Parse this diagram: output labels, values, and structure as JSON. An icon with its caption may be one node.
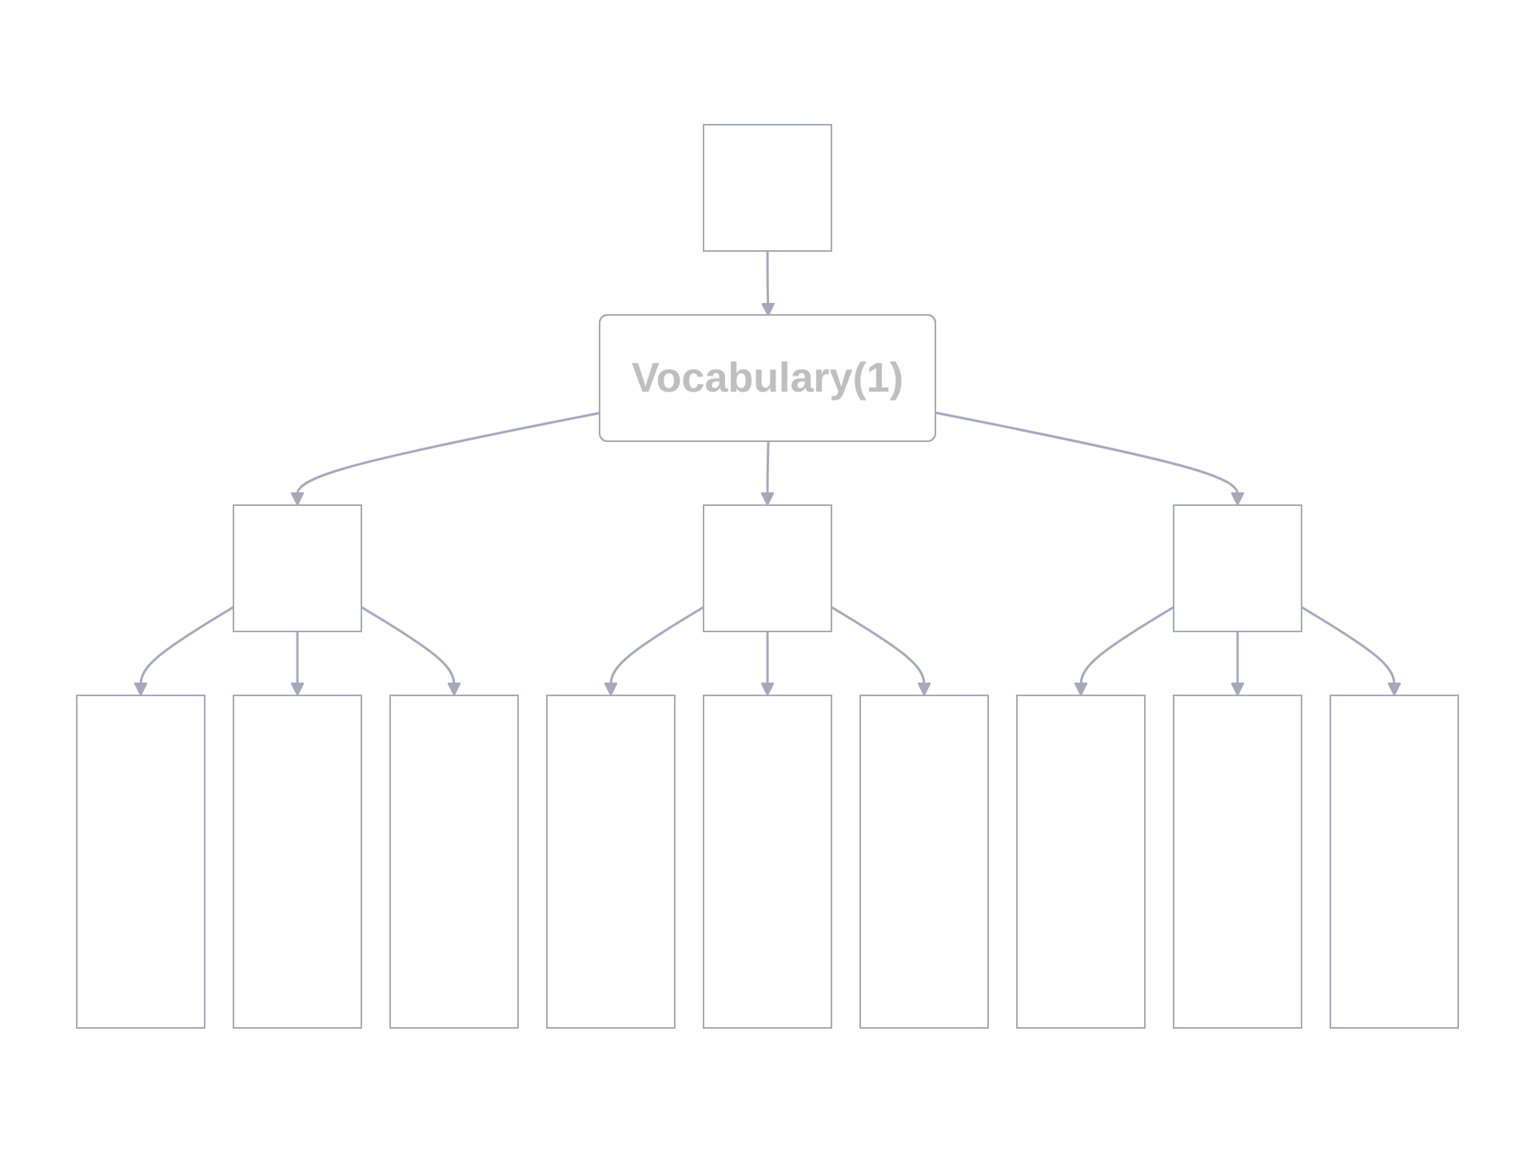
{
  "diagram": {
    "nodes": [
      {
        "text": [],
        "shape": "box"
      },
      {
        "text": [
          "Vocabulary(1)"
        ]
      },
      {
        "text": [],
        "shape": "box"
      },
      {
        "text": [],
        "shape": "box"
      },
      {
        "text": [],
        "shape": "box"
      },
      {
        "text": [],
        "shape": "box"
      },
      {
        "text": [],
        "shape": "box"
      },
      {
        "text": [],
        "shape": "box"
      },
      {
        "text": [],
        "shape": "box"
      },
      {
        "text": [],
        "shape": "box"
      },
      {
        "text": [],
        "shape": "box"
      },
      {
        "text": [],
        "shape": "box"
      },
      {
        "text": [],
        "shape": "box"
      },
      {
        "text": [],
        "shape": "box"
      }
    ],
    "edges": [
      {
        "from": 0,
        "to": 1,
        "arrow": "to"
      },
      {
        "from": 1,
        "to": 2,
        "arrow": "to"
      },
      {
        "from": 1,
        "to": 3,
        "arrow": "to"
      },
      {
        "from": 1,
        "to": 4,
        "arrow": "to"
      },
      {
        "from": 2,
        "to": 5,
        "arrow": "to"
      },
      {
        "from": 2,
        "to": 6,
        "arrow": "to"
      },
      {
        "from": 2,
        "to": 7,
        "arrow": "to"
      },
      {
        "from": 3,
        "to": 8,
        "arrow": "to"
      },
      {
        "from": 3,
        "to": 9,
        "arrow": "to"
      },
      {
        "from": 3,
        "to": 10,
        "arrow": "to"
      },
      {
        "from": 4,
        "to": 11,
        "arrow": "to"
      },
      {
        "from": 4,
        "to": 12,
        "arrow": "to"
      },
      {
        "from": 4,
        "to": 13,
        "arrow": "to"
      }
    ]
  }
}
